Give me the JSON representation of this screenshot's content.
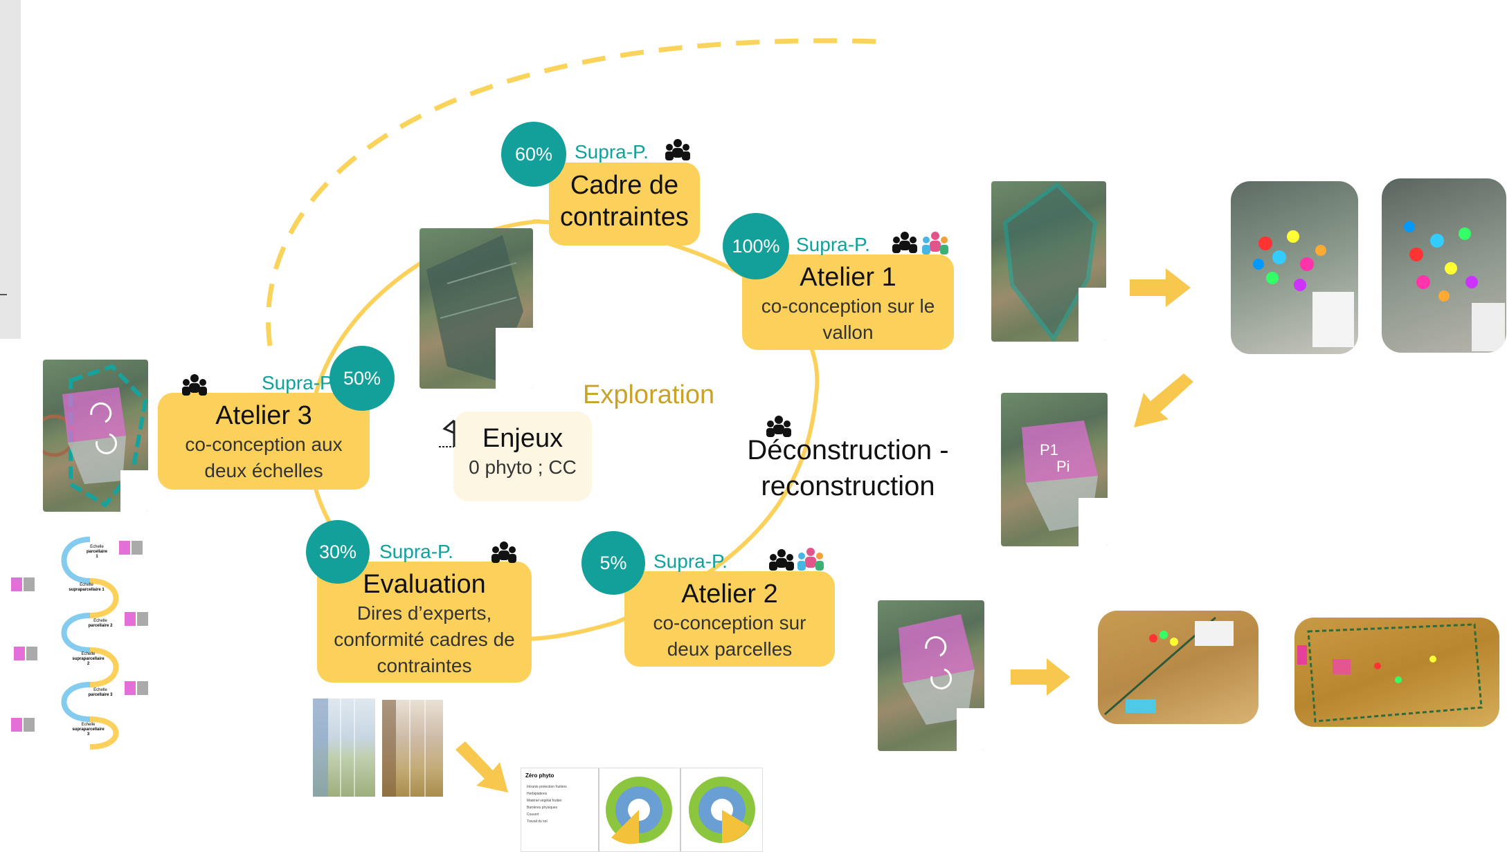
{
  "center_label": "Exploration",
  "enjeux": {
    "title": "Enjeux",
    "sub": "0 phyto ; CC"
  },
  "deconstruction": {
    "line1": "Déconstruction -",
    "line2": "reconstruction"
  },
  "cadre": {
    "badge": "60%",
    "supra": "Supra-P.",
    "title_l1": "Cadre de",
    "title_l2": "contraintes"
  },
  "atelier1": {
    "badge": "100%",
    "supra": "Supra-P.",
    "title": "Atelier 1",
    "sub_l1": "co-conception sur le",
    "sub_l2": "vallon"
  },
  "atelier2": {
    "badge": "5%",
    "supra": "Supra-P.",
    "title": "Atelier 2",
    "sub_l1": "co-conception sur",
    "sub_l2": "deux parcelles"
  },
  "atelier3": {
    "badge": "50%",
    "supra": "Supra-P.",
    "title": "Atelier 3",
    "sub_l1": "co-conception aux",
    "sub_l2": "deux échelles"
  },
  "evaluation": {
    "badge": "30%",
    "supra": "Supra-P.",
    "title": "Evaluation",
    "sub_l1": "Dires d’experts,",
    "sub_l2": "conformité cadres de",
    "sub_l3": "contraintes"
  },
  "map_labels": {
    "p1": "P1",
    "pi": "Pi"
  },
  "scale_diagram": {
    "items": [
      {
        "l1": "Echelle",
        "l2": "parcellaire",
        "l3": "1"
      },
      {
        "l1": "Echelle",
        "l2": "supraparcellaire 1",
        "l3": ""
      },
      {
        "l1": "Echelle",
        "l2": "parcellaire 2",
        "l3": ""
      },
      {
        "l1": "Echelle",
        "l2": "supraparcellaire",
        "l3": "2"
      },
      {
        "l1": "Echelle",
        "l2": "parcellaire 3",
        "l3": ""
      },
      {
        "l1": "Echelle",
        "l2": "supraparcellaire",
        "l3": "3"
      }
    ]
  },
  "zero_phyto": {
    "title": "Zéro phyto",
    "legend": [
      "Intrants protection fruitiers",
      "Herbipiations",
      "Matériel végétal fruitier",
      "Barrières physiques",
      "Couvert",
      "Travail du sol"
    ]
  },
  "colors": {
    "box": "#fcd15b",
    "teal": "#13a09a",
    "arrow": "#f7c84d",
    "exploration": "#c9a22a",
    "enjeux_bg": "#fdf6e2",
    "pink": "#e36fd9",
    "light_blue": "#84cbf0"
  },
  "icons": [
    "group-icon",
    "colored-group-icon",
    "flag-icon",
    "arrow-right-icon",
    "arrow-down-left-icon",
    "rotate-arrows-icon"
  ]
}
